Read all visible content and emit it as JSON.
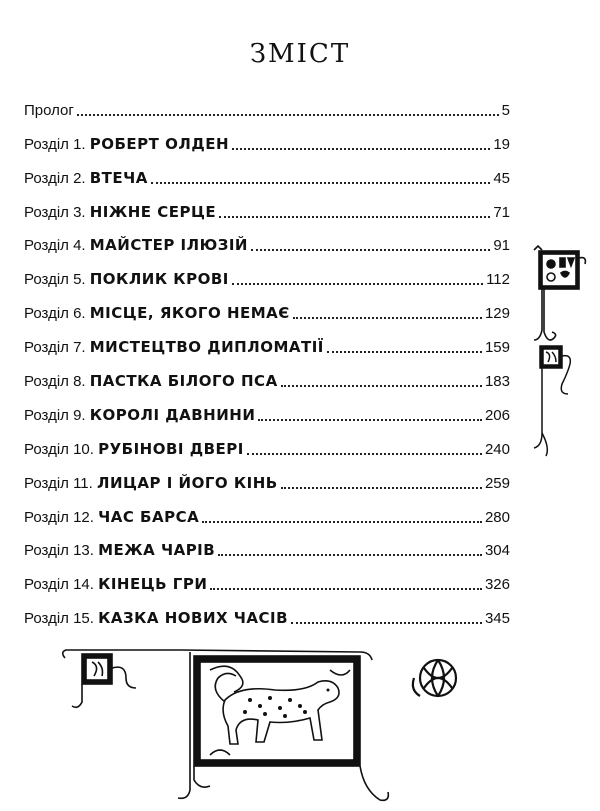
{
  "title": "ЗМІСТ",
  "entries": [
    {
      "prefix": "Пролог",
      "chapter": "",
      "page": "5"
    },
    {
      "prefix": "Розділ 1. ",
      "chapter": "РОБЕРТ ОЛДЕН",
      "page": "19"
    },
    {
      "prefix": "Розділ 2. ",
      "chapter": "ВТЕЧА",
      "page": "45"
    },
    {
      "prefix": "Розділ 3. ",
      "chapter": "НІЖНЕ СЕРЦЕ",
      "page": "71"
    },
    {
      "prefix": "Розділ 4. ",
      "chapter": "МАЙСТЕР ІЛЮЗІЙ",
      "page": "91"
    },
    {
      "prefix": "Розділ 5. ",
      "chapter": "ПОКЛИК КРОВІ",
      "page": "112"
    },
    {
      "prefix": "Розділ 6. ",
      "chapter": "МІСЦЕ, ЯКОГО НЕМАЄ",
      "page": "129"
    },
    {
      "prefix": "Розділ 7. ",
      "chapter": "МИСТЕЦТВО ДИПЛОМАТІЇ",
      "page": "159"
    },
    {
      "prefix": "Розділ 8. ",
      "chapter": "ПАСТКА БІЛОГО ПСА",
      "page": "183"
    },
    {
      "prefix": "Розділ 9. ",
      "chapter": "КОРОЛІ ДАВНИНИ",
      "page": "206"
    },
    {
      "prefix": "Розділ 10. ",
      "chapter": "РУБІНОВІ ДВЕРІ",
      "page": "240"
    },
    {
      "prefix": "Розділ 11. ",
      "chapter": "ЛИЦАР І ЙОГО КІНЬ",
      "page": "259"
    },
    {
      "prefix": "Розділ 12. ",
      "chapter": "ЧАС БАРСА",
      "page": "280"
    },
    {
      "prefix": "Розділ 13. ",
      "chapter": "МЕЖА ЧАРІВ",
      "page": "304"
    },
    {
      "prefix": "Розділ 14. ",
      "chapter": "КІНЕЦЬ ГРИ",
      "page": "326"
    },
    {
      "prefix": "Розділ 15. ",
      "chapter": "КАЗКА НОВИХ ЧАСІВ",
      "page": "345"
    }
  ],
  "ornaments": {
    "banner_icon": "heraldic-banner-icon",
    "pennant_icon": "small-pennant-icon",
    "leopard_icon": "snow-leopard-illumination-icon",
    "knot_icon": "celtic-knot-icon",
    "ink_color": "#111111"
  }
}
